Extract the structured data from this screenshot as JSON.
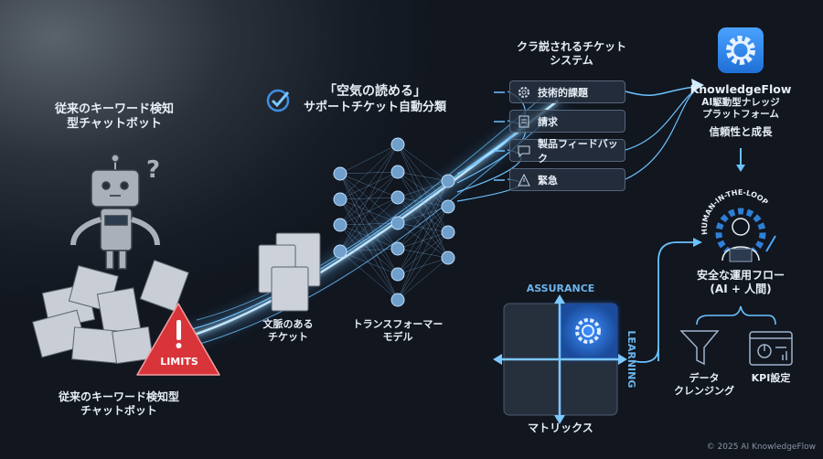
{
  "left": {
    "title": [
      "従来のキーワード検知",
      "型チャットボット"
    ],
    "question_mark": "?",
    "warning_badge": "LIMITS",
    "caption": [
      "従来のキーワード検知型",
      "チャットボット"
    ]
  },
  "heading": {
    "line1": "「空気の読める」",
    "line2": "サポートチケット自動分類",
    "icon": "check-circle-icon"
  },
  "tickets": {
    "caption": [
      "文脈のある",
      "チケット"
    ]
  },
  "model": {
    "caption": [
      "トランスフォーマー",
      "モデル"
    ]
  },
  "categories": {
    "title": [
      "クラ説されるチケット",
      "システム"
    ],
    "items": [
      {
        "label": "技術的課題",
        "icon": "gear-icon"
      },
      {
        "label": "請求",
        "icon": "receipt-icon"
      },
      {
        "label": "製品フィードバック",
        "icon": "chat-bubble-icon"
      },
      {
        "label": "緊急",
        "icon": "warning-icon"
      }
    ]
  },
  "platform": {
    "name": "KnowledgeFlow",
    "subtitle": [
      "AI駆動型ナレッジ",
      "プラットフォーム"
    ],
    "tagline": "信頼性と成長",
    "icon": "gear-app-icon"
  },
  "hitl": {
    "ring_text": "HUMAN-IN-THE-LOOP",
    "caption": [
      "安全な運用フロー",
      "(AI + 人間)"
    ],
    "children": [
      {
        "label": [
          "データ",
          "クレンジング"
        ],
        "icon": "funnel-icon"
      },
      {
        "label": [
          "KPI設定"
        ],
        "icon": "dashboard-chart-icon"
      }
    ]
  },
  "matrix": {
    "top_label": "ASSURANCE",
    "right_label": "LEARNING",
    "caption": "マトリックス"
  },
  "footer": {
    "copyright": "© 2025 AI KnowledgeFlow"
  },
  "colors": {
    "accent": "#4aa8ff",
    "glow": "#7cc8ff",
    "alert": "#d8343a",
    "app_icon": "#2f86e8"
  }
}
